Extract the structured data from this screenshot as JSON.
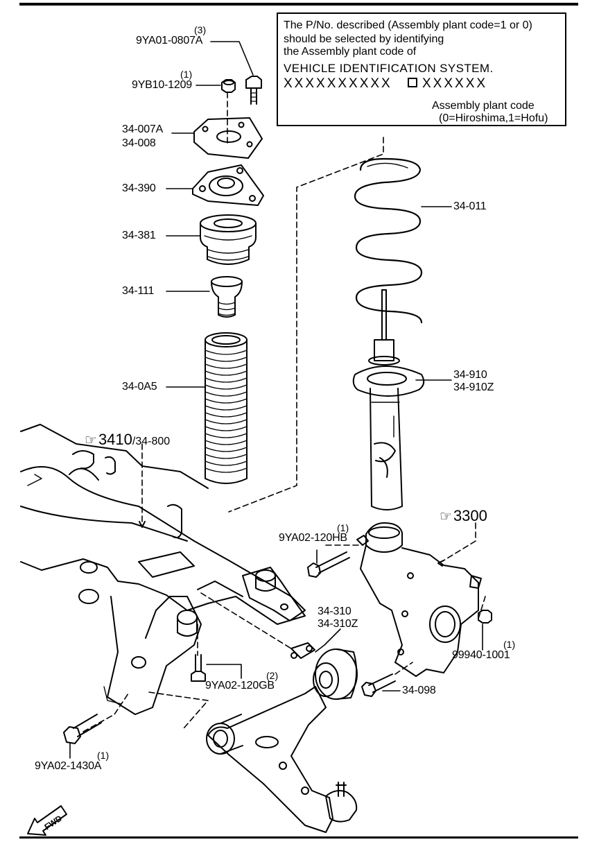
{
  "note": {
    "line1": "The P/No. described (Assembly plant code=1 or 0)",
    "line2": "should be selected by identifying",
    "line3": "the Assembly plant code of",
    "line4": "VEHICLE IDENTIFICATION SYSTEM.",
    "code_left": "XXXXXXXXXX",
    "code_right": "XXXXXX",
    "plant_label": "Assembly plant code",
    "plant_values": "(0=Hiroshima,1=Hofu)"
  },
  "parts": {
    "bolt_top": "9YA01-0807A",
    "bolt_top_qty": "(3)",
    "nut_top": "9YB10-1209",
    "nut_top_qty": "(1)",
    "plate_a": "34-007A",
    "plate_b": "34-008",
    "mount": "34-390",
    "bearing": "34-381",
    "bumper": "34-111",
    "boot": "34-0A5",
    "spring": "34-011",
    "strut_a": "34-910",
    "strut_b": "34-910Z",
    "knuckle_bolt": "9YA02-120HB",
    "knuckle_bolt_qty": "(1)",
    "arm_a": "34-310",
    "arm_b": "34-310Z",
    "nut_right": "99940-1001",
    "nut_right_qty": "(1)",
    "bolt_right": "34-098",
    "bolt_mid": "9YA02-120GB",
    "bolt_mid_qty": "(2)",
    "bolt_left": "9YA02-1430A",
    "bolt_left_qty": "(1)"
  },
  "refs": {
    "crossmember": "3410",
    "crossmember_sub": "/34-800",
    "knuckle": "3300"
  },
  "fwd_label": "FWD"
}
